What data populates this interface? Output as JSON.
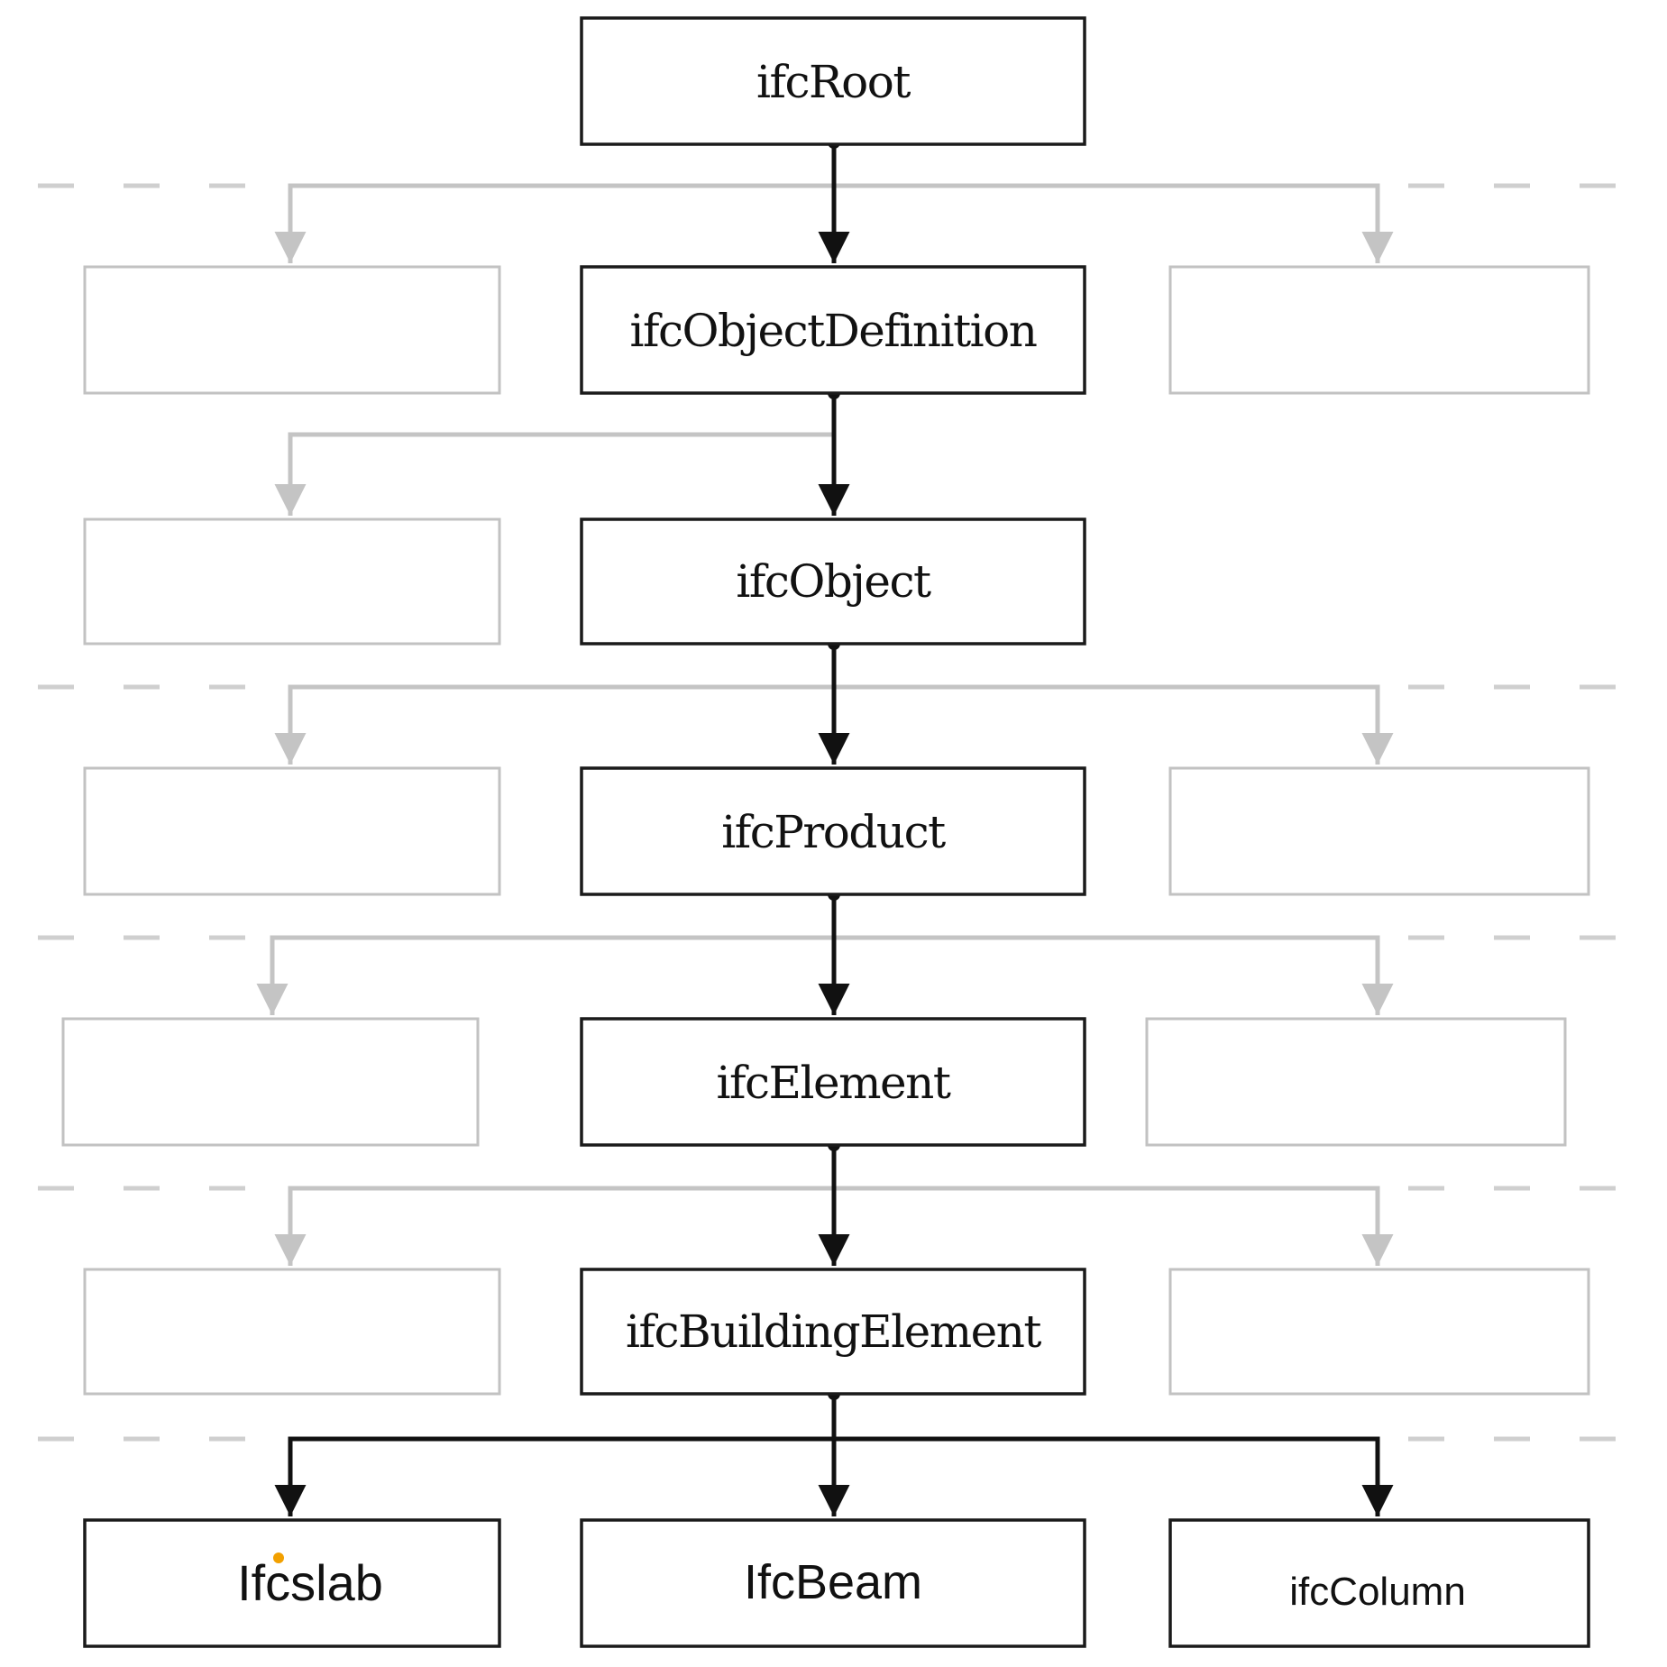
{
  "hierarchy": [
    {
      "id": "root",
      "label": "ifcRoot"
    },
    {
      "id": "objdef",
      "label": "ifcObjectDefinition"
    },
    {
      "id": "object",
      "label": "ifcObject"
    },
    {
      "id": "product",
      "label": "ifcProduct"
    },
    {
      "id": "element",
      "label": "ifcElement"
    },
    {
      "id": "building",
      "label": "ifcBuildingElement"
    }
  ],
  "leaves": [
    {
      "id": "slab",
      "label": "Ifcslab"
    },
    {
      "id": "beam",
      "label": "IfcBeam"
    },
    {
      "id": "column",
      "label": "ifcColumn"
    }
  ],
  "colors": {
    "main": "#111111",
    "ghost": "#c4c4c4",
    "dashed_separator": "#cfcfcf",
    "accent_dot": "#f2a000"
  }
}
